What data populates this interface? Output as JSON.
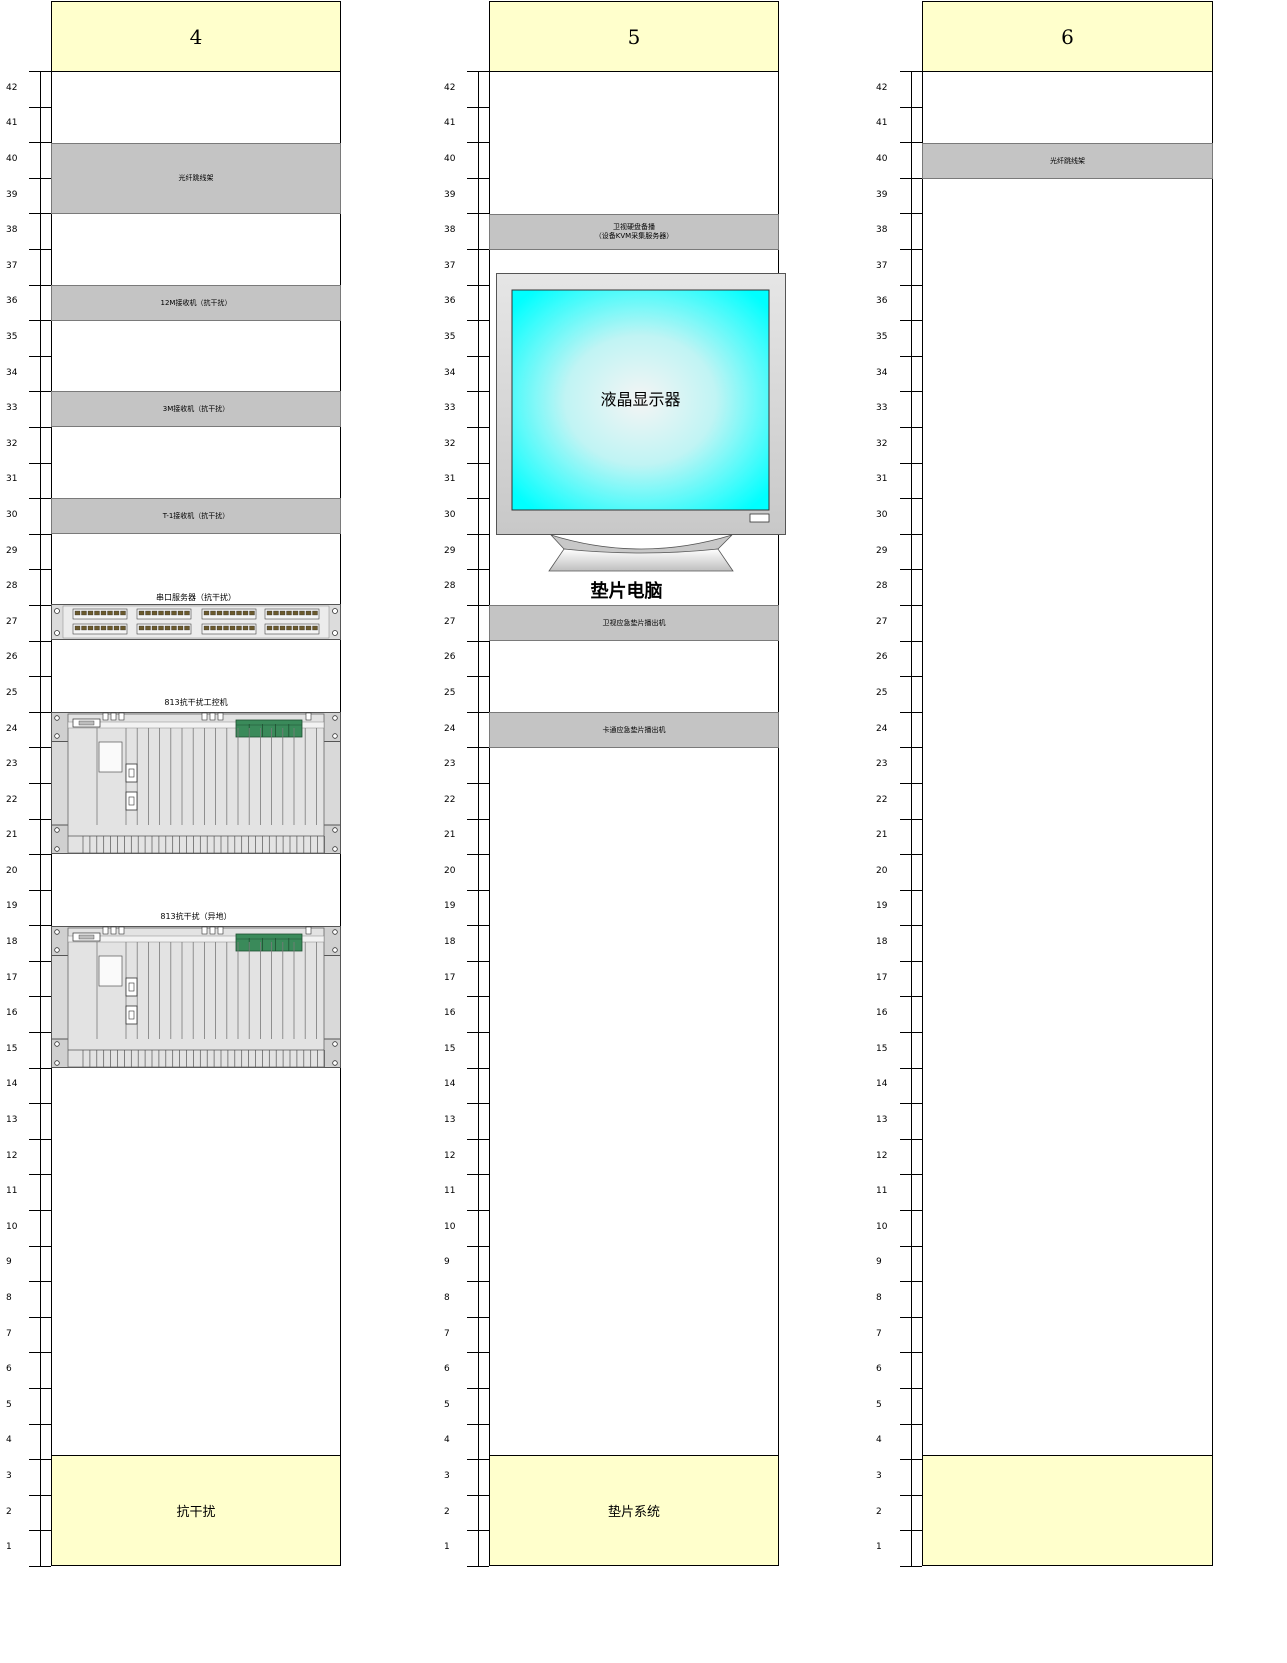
{
  "racks": [
    {
      "id": "4",
      "footer": "抗干扰",
      "devices": [
        {
          "label": "光纤跳线架",
          "top_u": 40,
          "height_u": 2
        },
        {
          "label": "12M接收机（抗干扰）",
          "top_u": 36,
          "height_u": 1
        },
        {
          "label": "3M接收机（抗干扰）",
          "top_u": 33,
          "height_u": 1
        },
        {
          "label": "T-1接收机（抗干扰）",
          "top_u": 30,
          "height_u": 1
        }
      ],
      "equipment": [
        {
          "type": "switch",
          "caption": "串口服务器（抗干扰）",
          "top_u": 27,
          "height_u": 1
        },
        {
          "type": "chassis",
          "caption": "813抗干扰工控机",
          "top_u": 24,
          "height_u": 4
        },
        {
          "type": "chassis",
          "caption": "813抗干扰（异地）",
          "top_u": 18,
          "height_u": 4
        }
      ]
    },
    {
      "id": "5",
      "footer": "垫片系统",
      "devices": [
        {
          "label": "卫视硬盘备播\n（设备KVM采集服务器）",
          "top_u": 38,
          "height_u": 1
        },
        {
          "label": "卫视应急垫片播出机",
          "top_u": 27,
          "height_u": 1
        },
        {
          "label": "卡通应急垫片播出机",
          "top_u": 24,
          "height_u": 1
        }
      ],
      "monitor": {
        "screen_label": "液晶显示器",
        "caption": "垫片电脑"
      }
    },
    {
      "id": "6",
      "footer": "",
      "devices": [
        {
          "label": "光纤跳线架",
          "top_u": 40,
          "height_u": 1
        }
      ]
    }
  ],
  "ruler": {
    "min": 1,
    "max": 42
  }
}
